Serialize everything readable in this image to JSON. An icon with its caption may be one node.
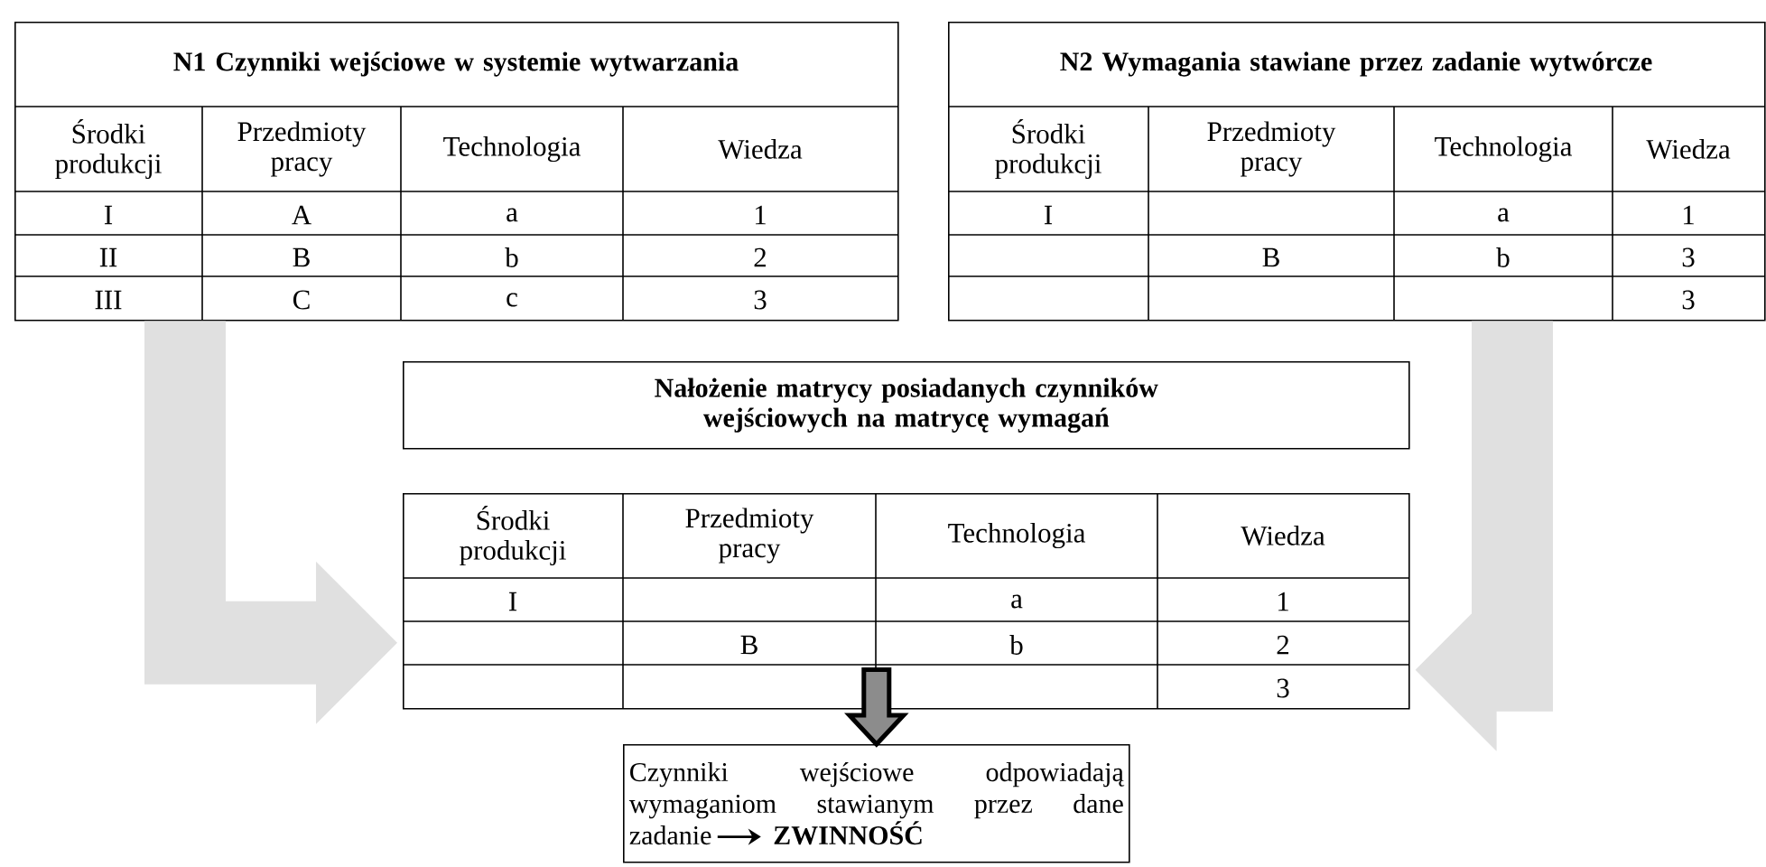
{
  "diagram": {
    "nodes": [
      {
        "text": [
          "N1 Czynniki wejściowe w systemie wytwarzania",
          "Środki produkcji",
          "Przedmioty pracy",
          "Technologia",
          "Wiedza",
          "I",
          "A",
          "a",
          "1",
          "II",
          "B",
          "b",
          "2",
          "III",
          "C",
          "c",
          "3"
        ]
      },
      {
        "text": [
          "N2 Wymagania stawiane przez zadanie wytwórcze",
          "Środki produkcji",
          "Przedmioty pracy",
          "Technologia",
          "Wiedza",
          "I",
          "a",
          "1",
          "B",
          "b",
          "3",
          "3"
        ]
      },
      {
        "text": [
          "Nałożenie matrycy posiadanych czynników wejściowych na matrycę wymagań"
        ]
      },
      {
        "text": [
          "Środki produkcji",
          "Przedmioty pracy",
          "Technologia",
          "Wiedza",
          "I",
          "a",
          "1",
          "B",
          "b",
          "2",
          "3"
        ]
      },
      {
        "text": [
          "Czynniki wejściowe odpowiadają wymaganiom stawianym przez dane zadanie",
          "ZWINNOŚĆ"
        ]
      }
    ],
    "edges": [
      {
        "from": 0,
        "to": 3,
        "arrow": "to"
      },
      {
        "from": 1,
        "to": 3,
        "arrow": "to"
      },
      {
        "from": 3,
        "to": 4,
        "arrow": "to",
        "color": "#8c8c8c"
      }
    ]
  }
}
